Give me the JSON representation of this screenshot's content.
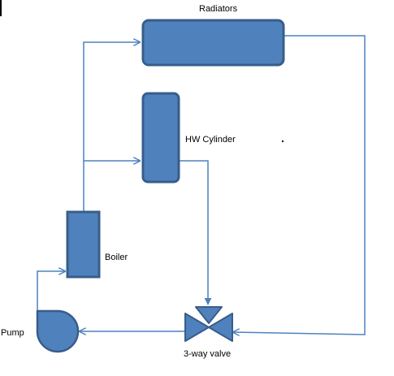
{
  "colors": {
    "component_fill": "#4F81BD",
    "component_stroke": "#385D8A",
    "pipe": "#4F81BD",
    "text": "#000000"
  },
  "components": {
    "radiators": {
      "label": "Radiators"
    },
    "hw_cylinder": {
      "label": "HW Cylinder"
    },
    "boiler": {
      "label": "Boiler"
    },
    "pump": {
      "label": "Pump",
      "icon": "pump-icon"
    },
    "valve": {
      "label": "3-way valve",
      "icon": "three-way-valve-icon"
    }
  }
}
